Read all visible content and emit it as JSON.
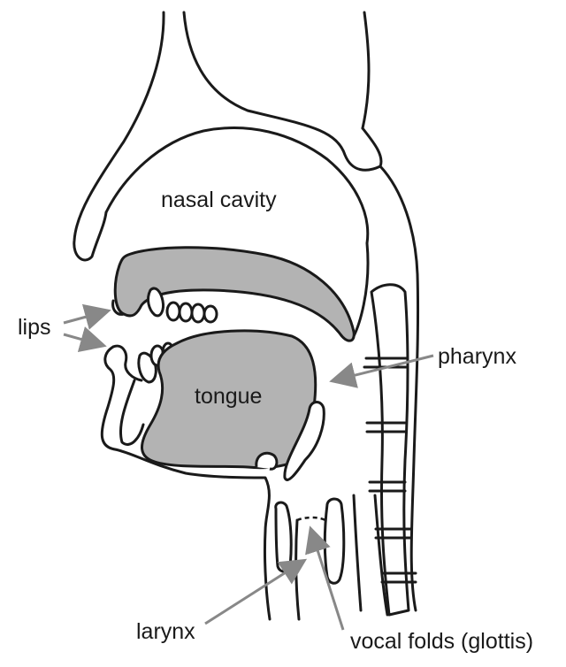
{
  "labels": {
    "nasal_cavity": "nasal cavity",
    "lips": "lips",
    "tongue": "tongue",
    "pharynx": "pharynx",
    "larynx": "larynx",
    "vocal_folds": "vocal folds (glottis)"
  },
  "colors": {
    "outline": "#1a1a1a",
    "tissue_fill": "#b3b3b3",
    "arrow": "#888888",
    "background": "#ffffff"
  }
}
